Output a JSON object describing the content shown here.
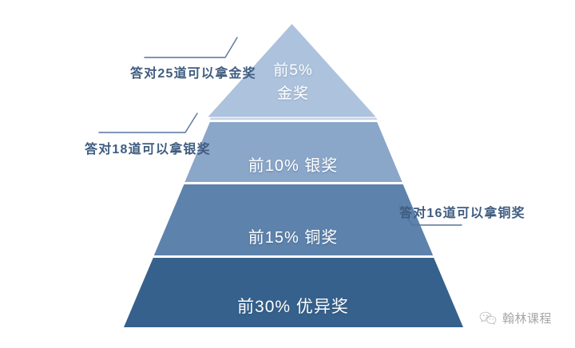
{
  "diagram": {
    "type": "pyramid",
    "title": "",
    "background_color": "#ffffff",
    "tiers": [
      {
        "id": "gold",
        "rank": 1,
        "percent_label": "前5%",
        "award_label": "金奖",
        "color": "#adc2dc"
      },
      {
        "id": "silver",
        "rank": 2,
        "percent_label": "前10%",
        "award_label": "银奖",
        "combined_label": "前10% 银奖",
        "color": "#8aa6c8"
      },
      {
        "id": "bronze",
        "rank": 3,
        "percent_label": "前15%",
        "award_label": "铜奖",
        "combined_label": "前15% 铜奖",
        "color": "#5d82ab"
      },
      {
        "id": "merit",
        "rank": 4,
        "percent_label": "前30%",
        "award_label": "优异奖",
        "combined_label": "前30% 优异奖",
        "color": "#36618c"
      }
    ],
    "annotations": [
      {
        "id": "gold-note",
        "text": "答对25道可以拿金奖",
        "target_tier": "gold",
        "side": "left",
        "color": "#3f5c80"
      },
      {
        "id": "silver-note",
        "text": "答对18道可以拿银奖",
        "target_tier": "silver",
        "side": "left",
        "color": "#3f5c80"
      },
      {
        "id": "bronze-note",
        "text": "答对16道可以拿铜奖",
        "target_tier": "bronze",
        "side": "right",
        "color": "#3f5c80"
      }
    ],
    "divider_color": "#ffffff"
  },
  "watermark": {
    "icon": "wechat-icon",
    "text": "翰林课程",
    "color": "#6f6f6f"
  }
}
